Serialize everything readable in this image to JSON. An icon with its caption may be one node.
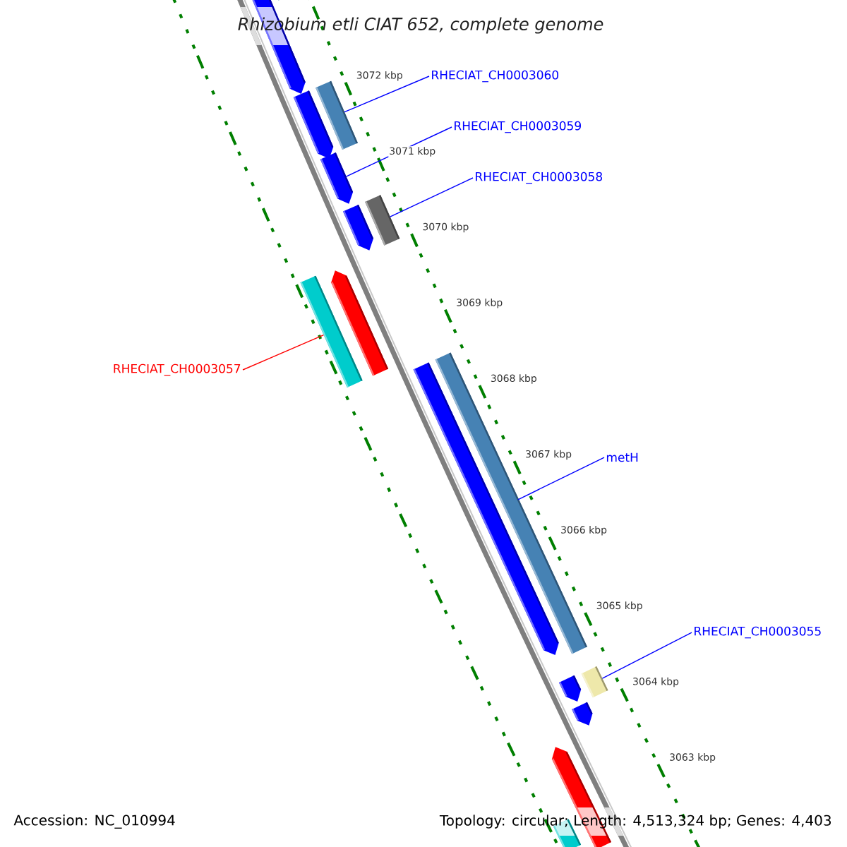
{
  "diagram": {
    "title": "Rhizobium etli CIAT 652, complete genome",
    "nodes": [
      {
        "text": [
          "RHECIAT_CH0003060"
        ]
      },
      {
        "text": [],
        "shape": "bar"
      },
      {
        "text": [
          "RHECIAT_CH0003059"
        ]
      },
      {
        "text": [],
        "shape": "bar"
      },
      {
        "text": [
          "RHECIAT_CH0003058"
        ]
      },
      {
        "text": [],
        "shape": "bar"
      },
      {
        "text": [
          "RHECIAT_CH0003057"
        ]
      },
      {
        "text": [],
        "shape": "bar"
      },
      {
        "text": [
          "metH"
        ]
      },
      {
        "text": [],
        "shape": "bar"
      },
      {
        "text": [
          "RHECIAT_CH0003055"
        ]
      },
      {
        "text": [],
        "shape": "bar"
      },
      {
        "text": [],
        "shape": "bar"
      },
      {
        "text": [],
        "shape": "bar"
      },
      {
        "text": [],
        "shape": "bar"
      },
      {
        "text": [],
        "shape": "bar"
      },
      {
        "text": [],
        "shape": "bar"
      },
      {
        "text": [],
        "shape": "bar"
      },
      {
        "text": [],
        "shape": "bar"
      },
      {
        "text": [],
        "shape": "bar"
      },
      {
        "text": [],
        "shape": "bar"
      },
      {
        "text": [],
        "shape": "bar"
      }
    ],
    "edges": [
      {
        "from": 0,
        "to": 1,
        "arrow": "none"
      },
      {
        "from": 2,
        "to": 3,
        "arrow": "none"
      },
      {
        "from": 4,
        "to": 5,
        "arrow": "none"
      },
      {
        "from": 6,
        "to": 7,
        "arrow": "none",
        "color": "#ff0000"
      },
      {
        "from": 8,
        "to": 9,
        "arrow": "none"
      },
      {
        "from": 10,
        "to": 11,
        "arrow": "none"
      }
    ],
    "labels": [
      "3072 kbp",
      "3071 kbp",
      "3070 kbp",
      "3069 kbp",
      "3068 kbp",
      "3067 kbp",
      "3066 kbp",
      "3065 kbp",
      "3064 kbp",
      "3063 kbp",
      "Accession: NC_010994",
      "Topology: circular; Length: 4,513,324 bp; Genes: 4,403"
    ]
  }
}
